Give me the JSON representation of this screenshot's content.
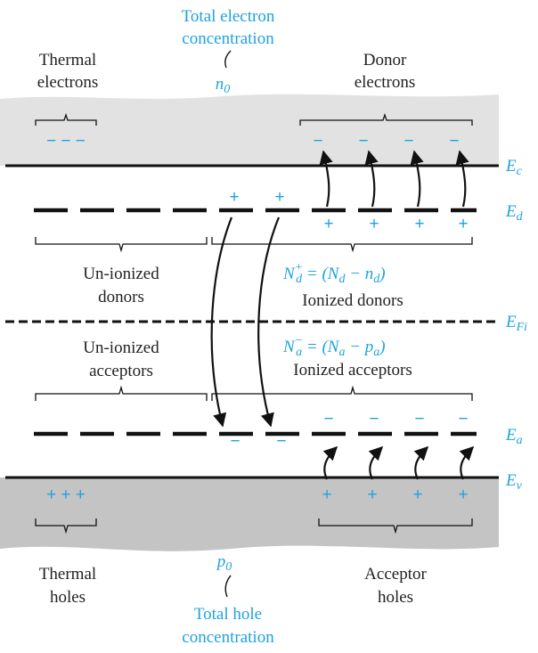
{
  "colors": {
    "accent": "#1fa2e0",
    "conduction_band": "#e2e2e2",
    "valence_band": "#c4c4c4",
    "ink": "#222222"
  },
  "top": {
    "total_electron_line1": "Total electron",
    "total_electron_line2": "concentration",
    "n0": "n",
    "n0_sub": "0",
    "thermal_electrons_line1": "Thermal",
    "thermal_electrons_line2": "electrons",
    "donor_electrons_line1": "Donor",
    "donor_electrons_line2": "electrons"
  },
  "levels": {
    "Ec": {
      "main": "E",
      "sub": "c"
    },
    "Ed": {
      "main": "E",
      "sub": "d"
    },
    "EFi": {
      "main": "E",
      "sub": "Fi"
    },
    "Ea": {
      "main": "E",
      "sub": "a"
    },
    "Ev": {
      "main": "E",
      "sub": "v"
    }
  },
  "middle": {
    "unionized_donors_line1": "Un-ionized",
    "unionized_donors_line2": "donors",
    "nd_plus_eq": "N",
    "nd_plus_sup": "+",
    "nd_sub": "d",
    "nd_rhs_open": " = (N",
    "nd_rhs_sub1": "d",
    "nd_rhs_minus": " − n",
    "nd_rhs_sub2": "d",
    "nd_rhs_close": ")",
    "ionized_donors": "Ionized donors",
    "unionized_acceptors_line1": "Un-ionized",
    "unionized_acceptors_line2": "acceptors",
    "na_minus_eq": "N",
    "na_minus_sup": "−",
    "na_sub": "a",
    "na_rhs_open": " = (N",
    "na_rhs_sub1": "a",
    "na_rhs_minus": " − p",
    "na_rhs_sub2": "a",
    "na_rhs_close": ")",
    "ionized_acceptors": "Ionized acceptors"
  },
  "bottom": {
    "thermal_holes_line1": "Thermal",
    "thermal_holes_line2": "holes",
    "p0": "p",
    "p0_sub": "0",
    "total_hole_line1": "Total hole",
    "total_hole_line2": "concentration",
    "acceptor_holes_line1": "Acceptor",
    "acceptor_holes_line2": "holes"
  },
  "signs": {
    "plus": "+",
    "minus": "−",
    "triple_minus": "− − −",
    "triple_plus": "+ + +"
  }
}
